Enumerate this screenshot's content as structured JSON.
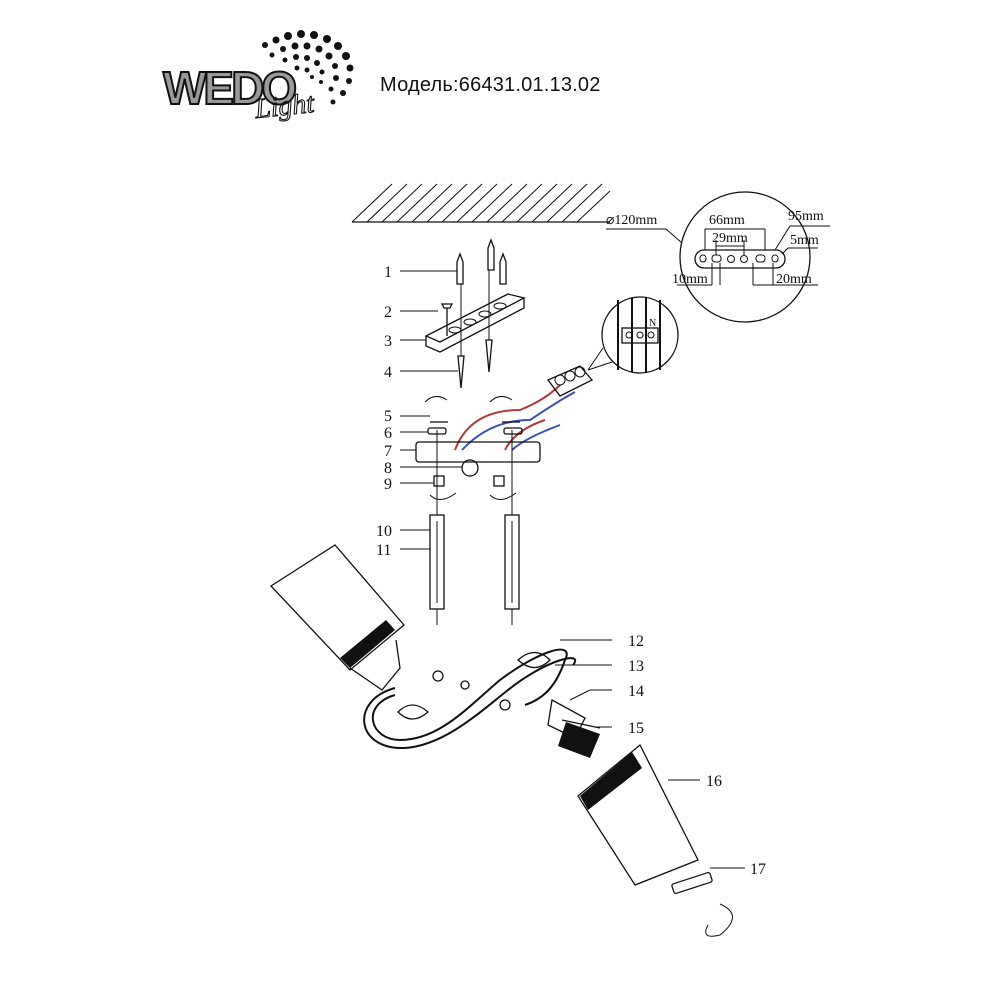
{
  "header": {
    "brand_main": "WEDO",
    "brand_script": "Light",
    "model_text": "Модель:66431.01.13.02"
  },
  "dimensions": {
    "diameter": "⌀120mm",
    "d66": "66mm",
    "d95": "95mm",
    "d29": "29mm",
    "d5": "5mm",
    "d10": "10mm",
    "d20": "20mm"
  },
  "callout": {
    "terminal_letter": "N"
  },
  "parts": [
    "1",
    "2",
    "3",
    "4",
    "5",
    "6",
    "7",
    "8",
    "9",
    "10",
    "11",
    "12",
    "13",
    "14",
    "15",
    "16",
    "17"
  ],
  "colors": {
    "line": "#111111",
    "wire_red": "#b03a3a",
    "wire_blue": "#3a4fb0"
  }
}
